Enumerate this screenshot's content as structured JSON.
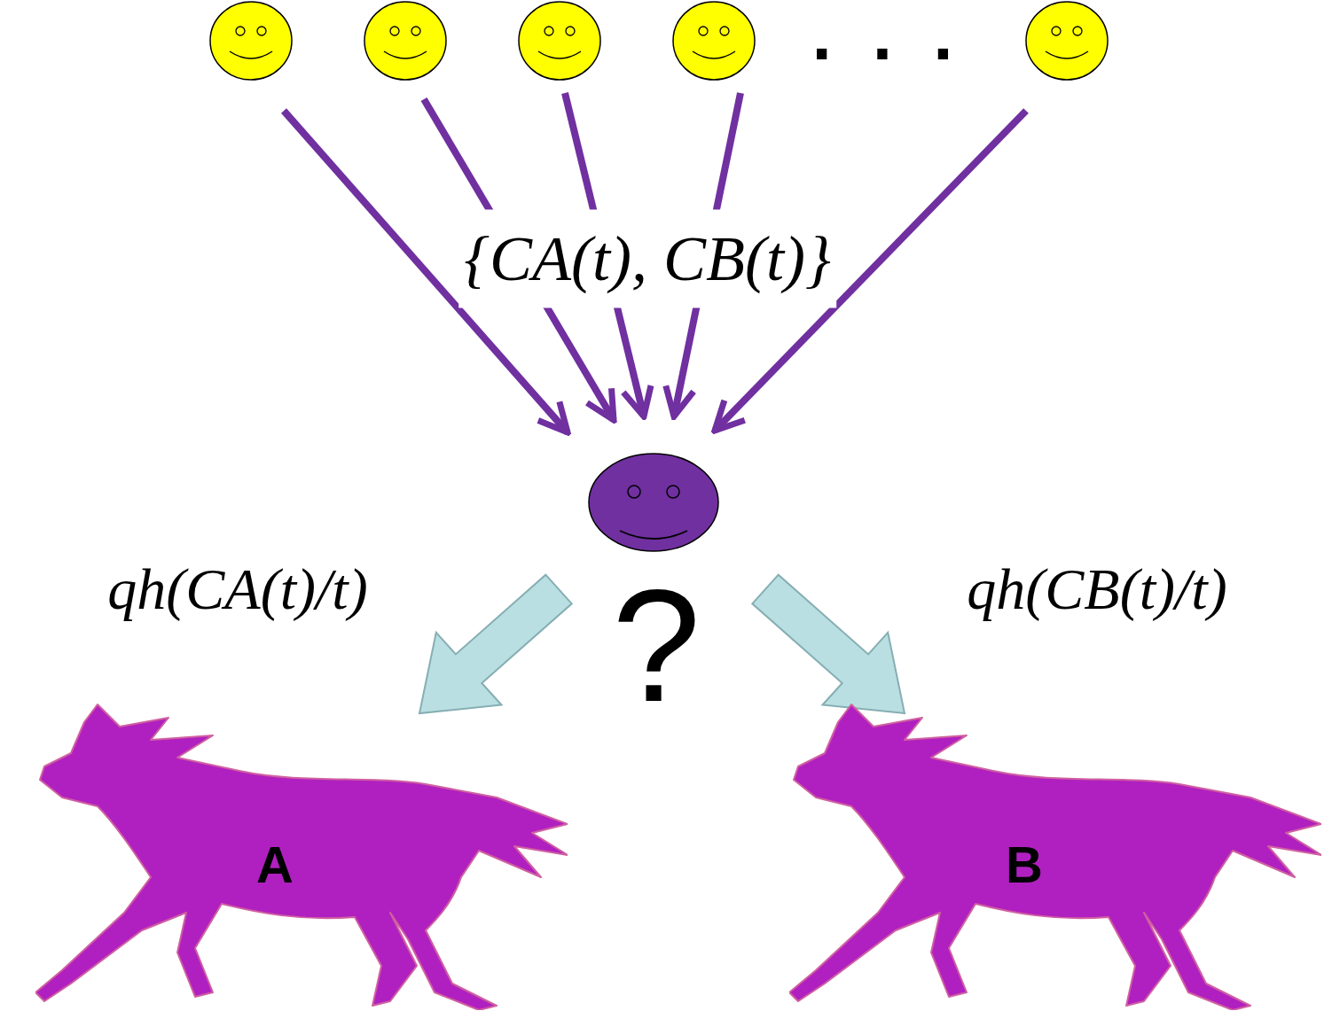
{
  "diagram": {
    "nodes": [
      {
        "text": [
          "A"
        ]
      },
      {
        "text": [
          "B"
        ]
      }
    ],
    "labels": [
      "...",
      "{CA(t), CB(t)}",
      "qh(CA(t)/t)",
      "?",
      "qh(CB(t)/t)"
    ]
  }
}
